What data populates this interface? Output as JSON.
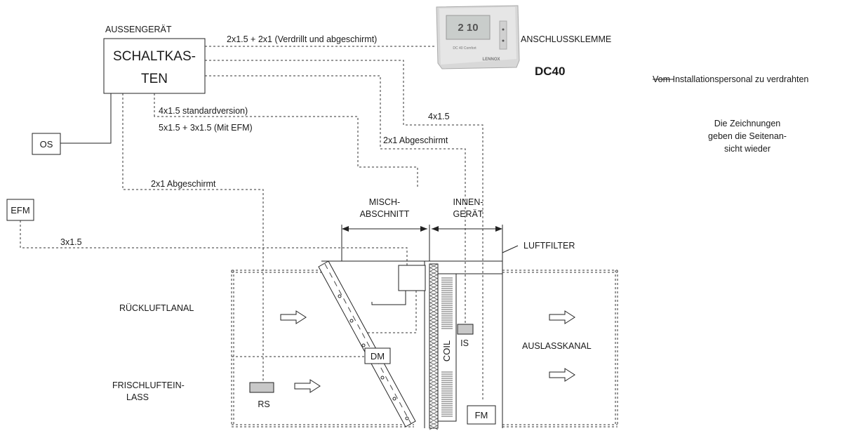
{
  "labels": {
    "aussengeraet": "AUSSENGERÄT",
    "schaltkasten_1": "SCHALTKAS-",
    "schaltkasten_2": "TEN",
    "os": "OS",
    "efm": "EFM",
    "cable_thermostat": "2x1.5 + 2x1 (Verdrillt und abgeschirmt)",
    "anschlussklemme": "ANSCHLUSSKLEMME",
    "dc40": "DC40",
    "installation_note": "Vom Installationspersonal zu verdrahten",
    "drawing_note_1": "Die Zeichnungen",
    "drawing_note_2": "geben die Seitenan-",
    "drawing_note_3": "sicht wieder",
    "cable_std": "4x1.5 standardversion)",
    "cable_efm": "5x1.5 + 3x1.5 (Mit EFM)",
    "cable_4x15": "4x1.5",
    "cable_2x1_shield_a": "2x1 Abgeschirmt",
    "cable_2x1_shield_b": "2x1 Abgeschirmt",
    "cable_3x15": "3x1.5",
    "misch_1": "MISCH-",
    "misch_2": "ABSCHNITT",
    "innen_1": "INNEN-",
    "innen_2": "GERÄT",
    "luftfilter": "LUFTFILTER",
    "rueckluft": "RÜCKLUFTLANAL",
    "frischluft_1": "FRISCHLUFTEIN-",
    "frischluft_2": "LASS",
    "auslass": "AUSLASSKANAL",
    "coil": "COIL",
    "dm": "DM",
    "is": "IS",
    "rs": "RS",
    "fm": "FM"
  },
  "thermostat": {
    "display": "2 10",
    "brand": "LENNOX",
    "model": "DC 40 Comfort"
  }
}
